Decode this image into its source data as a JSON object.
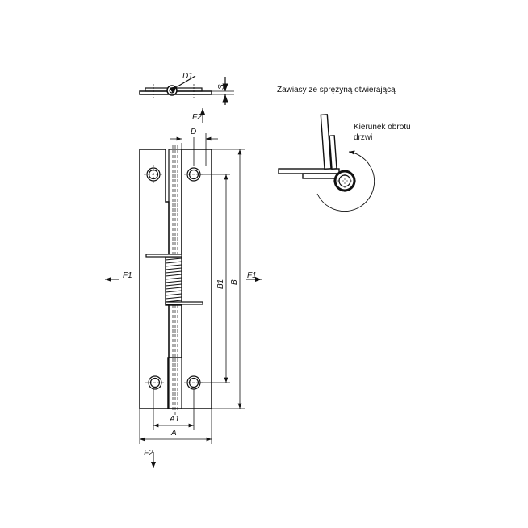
{
  "title": "Zawiasy ze sprężyną otwierającą",
  "rotation_note": {
    "line1": "Kierunek obrotu",
    "line2": "drzwi"
  },
  "dimensions": {
    "A": "A",
    "A1": "A1",
    "B": "B",
    "B1": "B1",
    "D": "D",
    "D1": "D1",
    "S": "S",
    "F1_left": "F1",
    "F1_right": "F1",
    "F2_top": "F2",
    "F2_bottom": "F2"
  },
  "colors": {
    "line": "#111111",
    "fill": "#ffffff"
  }
}
